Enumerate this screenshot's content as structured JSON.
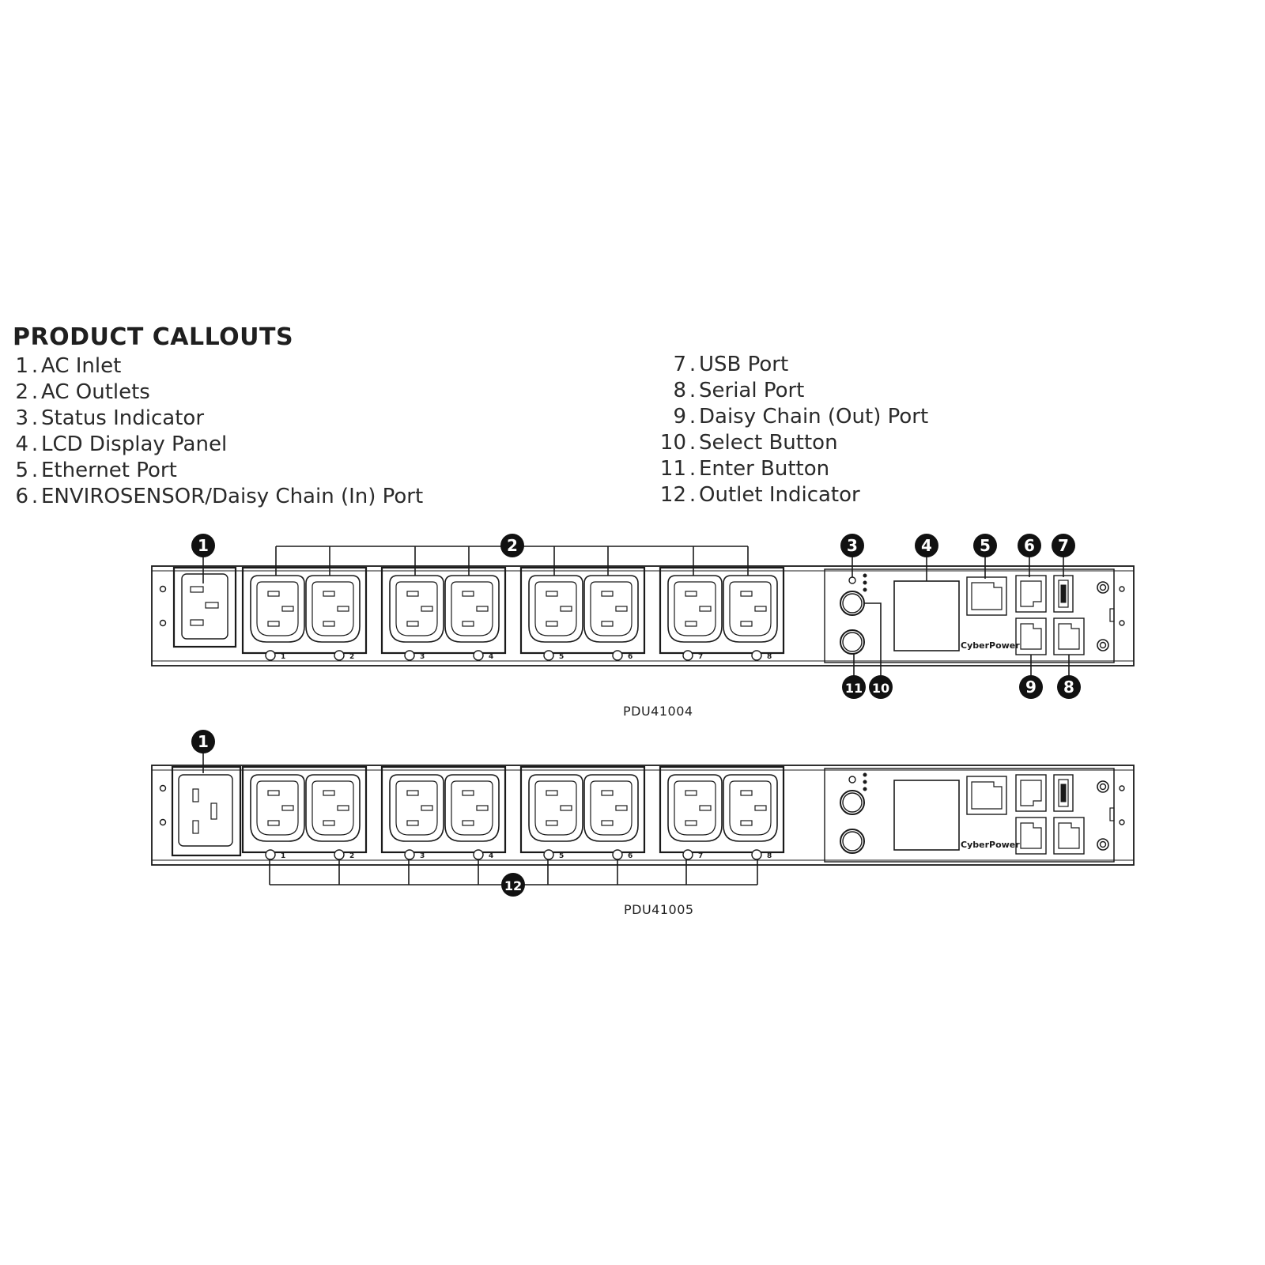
{
  "title": "PRODUCT CALLOUTS",
  "callouts_left": [
    {
      "num": "1",
      "label": "AC Inlet"
    },
    {
      "num": "2",
      "label": "AC Outlets"
    },
    {
      "num": "3",
      "label": "Status Indicator"
    },
    {
      "num": "4",
      "label": "LCD Display Panel"
    },
    {
      "num": "5",
      "label": "Ethernet Port"
    },
    {
      "num": "6",
      "label": "ENVIROSENSOR/Daisy Chain (In) Port"
    }
  ],
  "callouts_right": [
    {
      "num": "7",
      "label": "USB Port"
    },
    {
      "num": "8",
      "label": "Serial Port"
    },
    {
      "num": "9",
      "label": "Daisy Chain (Out) Port"
    },
    {
      "num": "10",
      "label": "Select Button"
    },
    {
      "num": "11",
      "label": "Enter Button"
    },
    {
      "num": "12",
      "label": "Outlet Indicator"
    }
  ],
  "separator": ".",
  "models": [
    "PDU41004",
    "PDU41005"
  ],
  "brand": "CyberPower",
  "outlet_numbers": [
    "1",
    "2",
    "3",
    "4",
    "5",
    "6",
    "7",
    "8"
  ],
  "colors": {
    "line": "#1a1a1a",
    "badge": "#111111",
    "badge_text": "#ffffff",
    "background": "#ffffff"
  }
}
